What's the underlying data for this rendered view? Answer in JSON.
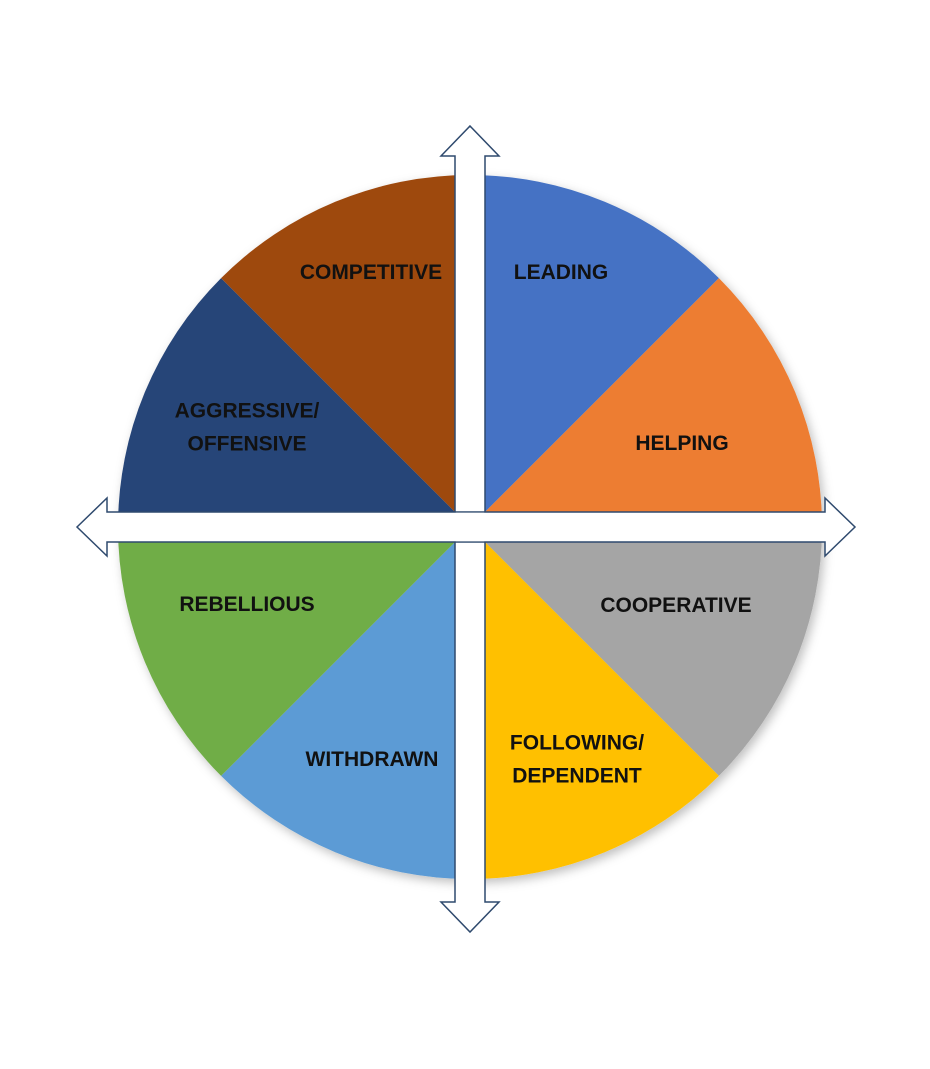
{
  "diagram": {
    "segments": [
      {
        "id": "leading",
        "lines": [
          "LEADING"
        ],
        "color": "#4472C4"
      },
      {
        "id": "helping",
        "lines": [
          "HELPING"
        ],
        "color": "#ED7D31"
      },
      {
        "id": "cooperative",
        "lines": [
          "COOPERATIVE"
        ],
        "color": "#A5A5A5"
      },
      {
        "id": "following",
        "lines": [
          "FOLLOWING/",
          "DEPENDENT"
        ],
        "color": "#FFC000"
      },
      {
        "id": "withdrawn",
        "lines": [
          "WITHDRAWN"
        ],
        "color": "#5B9BD5"
      },
      {
        "id": "rebellious",
        "lines": [
          "REBELLIOUS"
        ],
        "color": "#70AD47"
      },
      {
        "id": "aggressive",
        "lines": [
          "AGGRESSIVE/",
          "OFFENSIVE"
        ],
        "color": "#264478"
      },
      {
        "id": "competitive",
        "lines": [
          "COMPETITIVE"
        ],
        "color": "#9E480E"
      }
    ],
    "axis_arrow_fill": "#FFFFFF",
    "axis_arrow_stroke": "#2F4A6E"
  }
}
